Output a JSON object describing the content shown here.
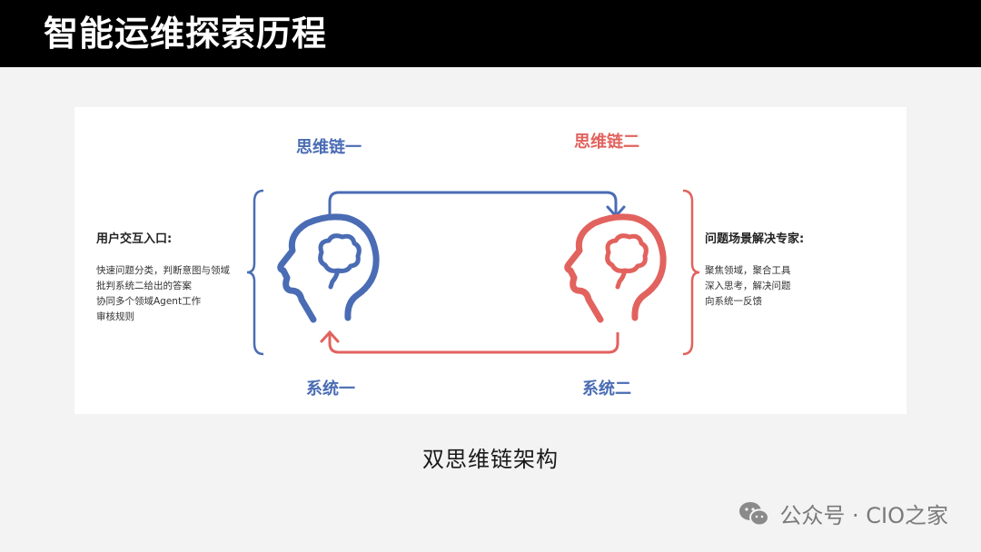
{
  "header": {
    "title": "智能运维探索历程"
  },
  "diagram": {
    "chain_one_label": "思维链一",
    "chain_two_label": "思维链二",
    "system_one_label": "系统一",
    "system_two_label": "系统二",
    "left": {
      "title": "用户交互入口:",
      "lines": [
        "快速问题分类，判断意图与领域",
        "批判系统二给出的答案",
        "协同多个领域Agent工作",
        "审核规则"
      ]
    },
    "right": {
      "title": "问题场景解决专家:",
      "lines": [
        "聚焦领域，聚合工具",
        "深入思考，解决问题",
        "向系统一反馈"
      ]
    },
    "colors": {
      "blue": "#4a6cb4",
      "red": "#e2625e"
    },
    "icons": [
      "head-brain-icon-blue",
      "head-brain-icon-red",
      "left-brace",
      "right-brace",
      "arrow-top",
      "arrow-bottom"
    ]
  },
  "caption": "双思维链架构",
  "footer": {
    "text": "公众号 · CIO之家",
    "icon": "wechat-icon"
  }
}
